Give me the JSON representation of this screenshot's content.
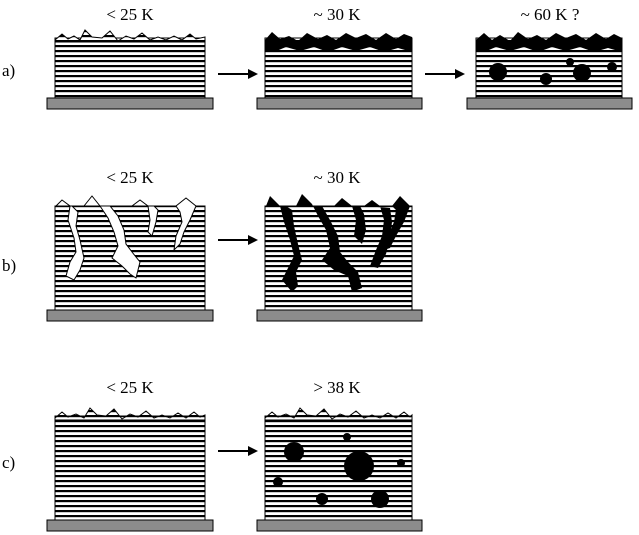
{
  "rows": [
    {
      "label": "a)",
      "panels": [
        {
          "temperature": "< 25 K",
          "state": "rough-surface"
        },
        {
          "temperature": "~ 30 K",
          "state": "dark-top-layer"
        },
        {
          "temperature": "~ 60 K ?",
          "state": "dark-top-layer-with-bubbles"
        }
      ]
    },
    {
      "label": "b)",
      "panels": [
        {
          "temperature": "< 25 K",
          "state": "open-cracks"
        },
        {
          "temperature": "~ 30 K",
          "state": "filled-cracks"
        }
      ]
    },
    {
      "label": "c)",
      "panels": [
        {
          "temperature": "< 25 K",
          "state": "rough-surface"
        },
        {
          "temperature": "> 38 K",
          "state": "bubbles-inside"
        }
      ]
    }
  ],
  "colors": {
    "substrate": "#8c8c8c",
    "ink": "#000000",
    "background": "#ffffff"
  },
  "icons": {
    "transition": "right-arrow-icon"
  }
}
